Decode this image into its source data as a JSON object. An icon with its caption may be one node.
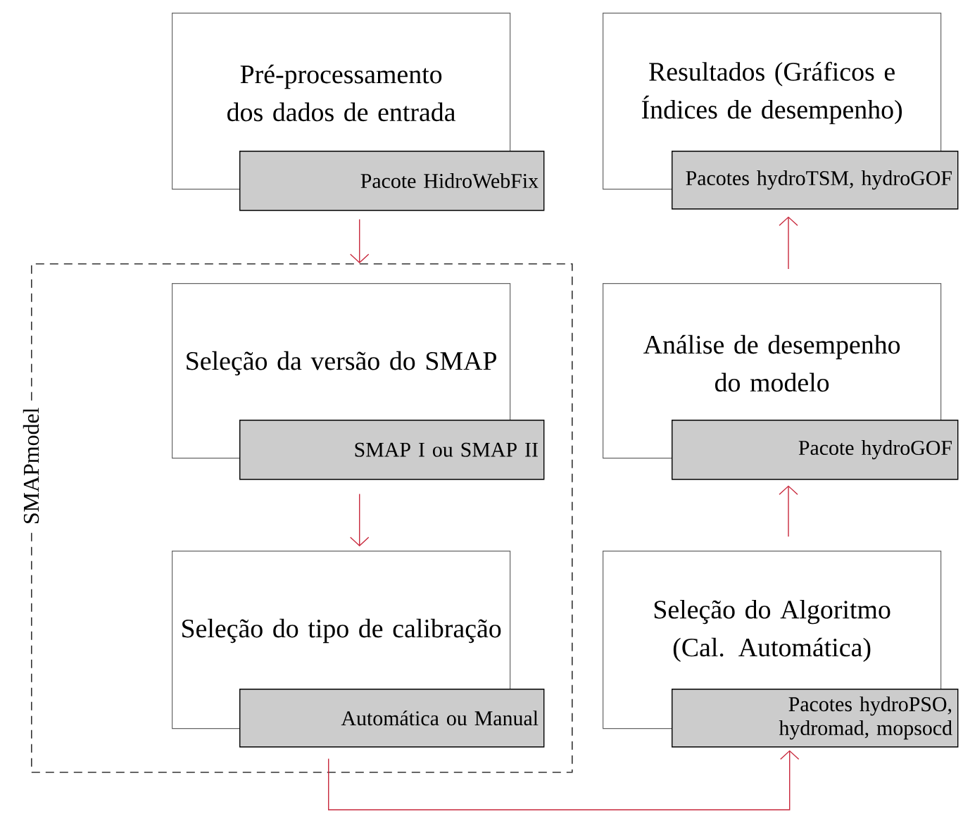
{
  "diagram": {
    "nodes": [
      {
        "text": [
          "SMAPmodel"
        ]
      },
      {
        "text": [
          "Pré-processamento dos dados de entrada"
        ]
      },
      {
        "text": [
          "Pacote HidroWebFix"
        ]
      },
      {
        "text": [
          "Seleção da versão do SMAP"
        ],
        "in": 0
      },
      {
        "text": [
          "SMAP I ou SMAP II"
        ],
        "in": 0
      },
      {
        "text": [
          "Seleção do tipo de calibração"
        ],
        "in": 0
      },
      {
        "text": [
          "Automática ou Manual"
        ],
        "in": 0
      },
      {
        "text": [
          "Resultados (Gráficos e Índices de desempenho)"
        ]
      },
      {
        "text": [
          "Pacotes hydroTSM, hydroGOF"
        ]
      },
      {
        "text": [
          "Análise de desempenho do modelo"
        ]
      },
      {
        "text": [
          "Pacote hydroGOF"
        ]
      },
      {
        "text": [
          "Seleção do Algoritmo (Cal. Automática)"
        ]
      },
      {
        "text": [
          "Pacotes hydroPSO, hydromad, mopsocd"
        ]
      }
    ],
    "edges": [
      {
        "from": 2,
        "to": 0,
        "arrow": "to"
      },
      {
        "from": 4,
        "to": 5,
        "arrow": "to"
      },
      {
        "from": 6,
        "to": 12,
        "arrow": "to"
      },
      {
        "from": 11,
        "to": 10,
        "arrow": "to"
      },
      {
        "from": 9,
        "to": 8,
        "arrow": "to"
      }
    ]
  }
}
